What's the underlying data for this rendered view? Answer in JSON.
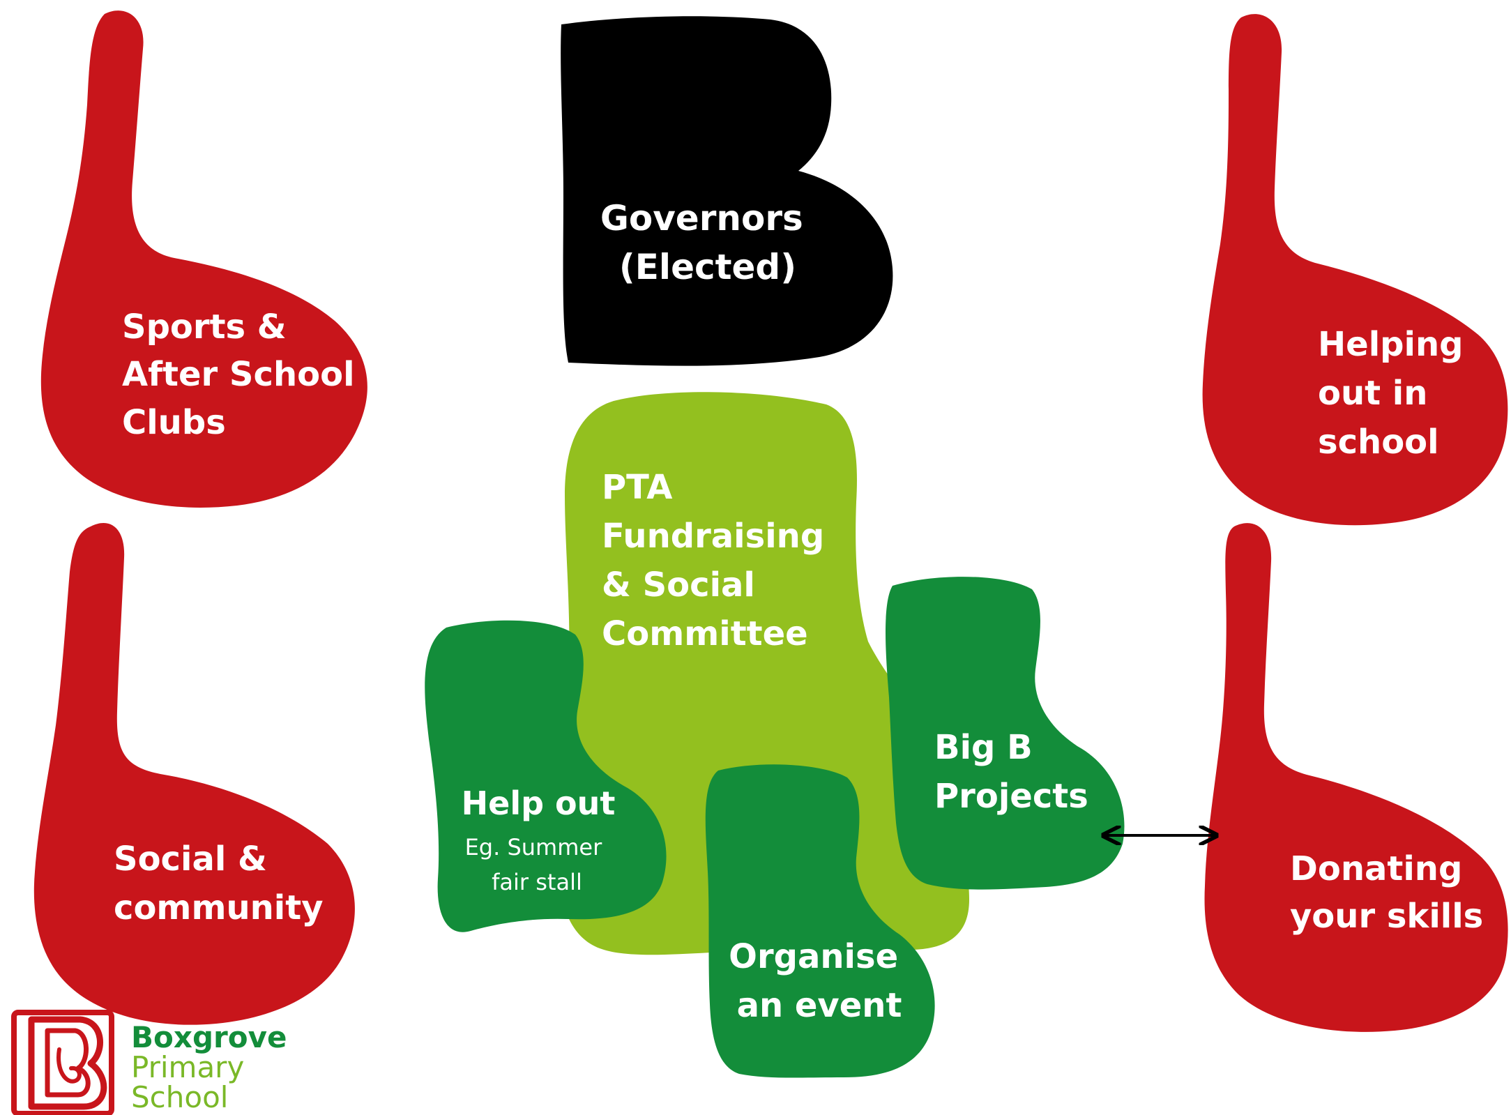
{
  "colors": {
    "red_blob": "#c8151b",
    "black_blob": "#000000",
    "light_green": "#93c01f",
    "dark_green": "#138d3a",
    "logo_dark_green": "#138d3a",
    "logo_light_green": "#7ab828",
    "text": "#ffffff"
  },
  "governors": {
    "line1": "Governors",
    "line2": "(Elected)"
  },
  "pta": {
    "line1": "PTA",
    "line2": "Fundraising",
    "line3": "& Social",
    "line4": "Committee"
  },
  "left_blobs": {
    "sports": {
      "line1": "Sports &",
      "line2": "After School",
      "line3": "Clubs"
    },
    "social": {
      "line1": "Social &",
      "line2": "community"
    }
  },
  "right_blobs": {
    "helping": {
      "line1": "Helping",
      "line2": "out in",
      "line3": "school"
    },
    "donating": {
      "line1": "Donating",
      "line2": "your skills"
    }
  },
  "help_out": {
    "title": "Help out",
    "line1": "Eg. Summer",
    "line2": "fair stall"
  },
  "big_b": {
    "line1": "Big B",
    "line2": "Projects"
  },
  "organise": {
    "line1": "Organise",
    "line2": "an event"
  },
  "logo": {
    "line1": "Boxgrove",
    "line2": "Primary",
    "line3": "School"
  },
  "connector": "double-headed-arrow"
}
